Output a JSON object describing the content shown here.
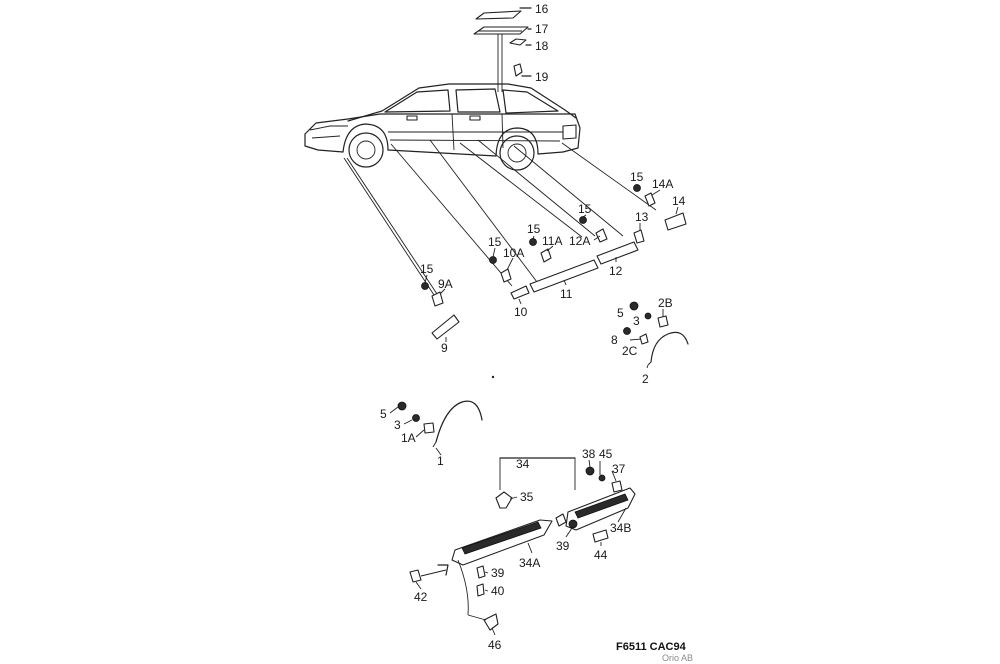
{
  "callouts": {
    "c16": "16",
    "c17": "17",
    "c18": "18",
    "c19": "19",
    "c15a": "15",
    "c14a": "14A",
    "c14": "14",
    "c13": "13",
    "c15b": "15",
    "c12a": "12A",
    "c15c": "15",
    "c11a": "11A",
    "c15d": "15",
    "c10a": "10A",
    "c12": "12",
    "c11": "11",
    "c10": "10",
    "c15e": "15",
    "c9a": "9A",
    "c9": "9",
    "c5a": "5",
    "c3a": "3",
    "c2b": "2B",
    "c8": "8",
    "c2c": "2C",
    "c2": "2",
    "c5b": "5",
    "c3b": "3",
    "c1a": "1A",
    "c1": "1",
    "c34": "34",
    "c35": "35",
    "c38": "38",
    "c45": "45",
    "c37": "37",
    "c34b": "34B",
    "c39a": "39",
    "c44": "44",
    "c34a": "34A",
    "c39b": "39",
    "c40": "40",
    "c42": "42",
    "c46": "46"
  },
  "footer": {
    "ref_code": "F6511 CAC94",
    "credit": "Orio AB"
  }
}
